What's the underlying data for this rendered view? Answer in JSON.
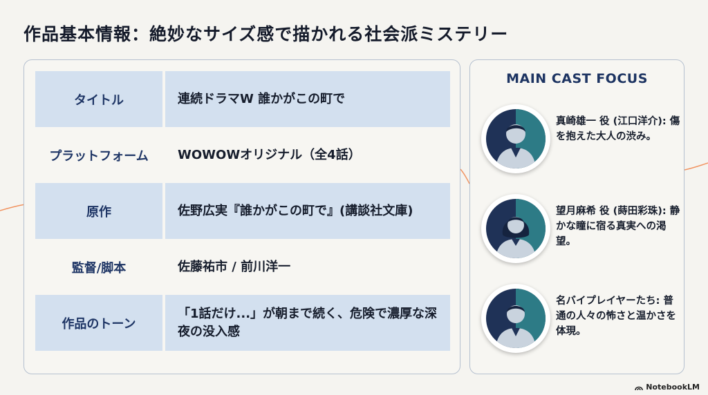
{
  "title": "作品基本情報：絶妙なサイズ感で描かれる社会派ミステリー",
  "info_rows": [
    {
      "label": "タイトル",
      "value": "連続ドラマW 誰かがこの町で"
    },
    {
      "label": "プラットフォーム",
      "value": "WOWOWオリジナル（全4話）"
    },
    {
      "label": "原作",
      "value": "佐野広実『誰かがこの町で』(講談社文庫)"
    },
    {
      "label": "監督/脚本",
      "value": "佐藤祐市 / 前川洋一"
    },
    {
      "label": "作品のトーン",
      "value": "「1話だけ...」が朝まで続く、危険で濃厚な深夜の没入感"
    }
  ],
  "cast": {
    "heading": "MAIN CAST FOCUS",
    "members": [
      {
        "text": "真崎雄一 役 (江口洋介): 傷を抱えた大人の渋み。",
        "icon": "male-avatar-icon"
      },
      {
        "text": "望月麻希 役 (蒔田彩珠): 静かな瞳に宿る真実への渇望。",
        "icon": "female-avatar-icon"
      },
      {
        "text": "名バイプレイヤーたち: 普通の人々の怖さと温かさを体現。",
        "icon": "male-avatar-icon"
      }
    ]
  },
  "brand": "NotebookLM",
  "colors": {
    "row_shade": "#d3e0ef",
    "avatar_dark": "#1f3257",
    "avatar_teal": "#2d7b86",
    "accent_line": "#f07a3c"
  }
}
